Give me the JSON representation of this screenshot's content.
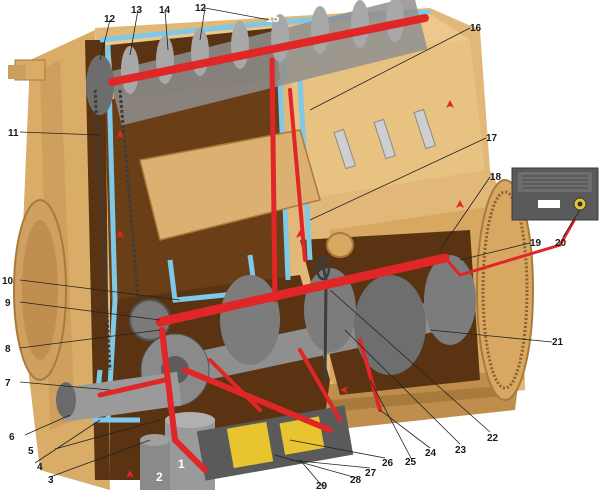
{
  "diagram": {
    "subject": "engine lubrication system cutaway",
    "colors": {
      "block": "#e2b878",
      "block_shade": "#c99a58",
      "block_dark": "#7a5228",
      "cavity": "#5a3412",
      "oil_channel": "#e02626",
      "coolant_jacket": "#7ec8e8",
      "steel": "#8f8f8f",
      "steel_dark": "#5c5c5c",
      "filter_yellow": "#e8c430",
      "gauge_body": "#5a5a5a"
    },
    "callouts": [
      "1",
      "2",
      "3",
      "4",
      "5",
      "6",
      "7",
      "8",
      "9",
      "10",
      "11",
      "12",
      "12",
      "13",
      "14",
      "15",
      "16",
      "17",
      "18",
      "19",
      "20",
      "21",
      "22",
      "23",
      "24",
      "25",
      "26",
      "27",
      "28",
      "29"
    ]
  }
}
